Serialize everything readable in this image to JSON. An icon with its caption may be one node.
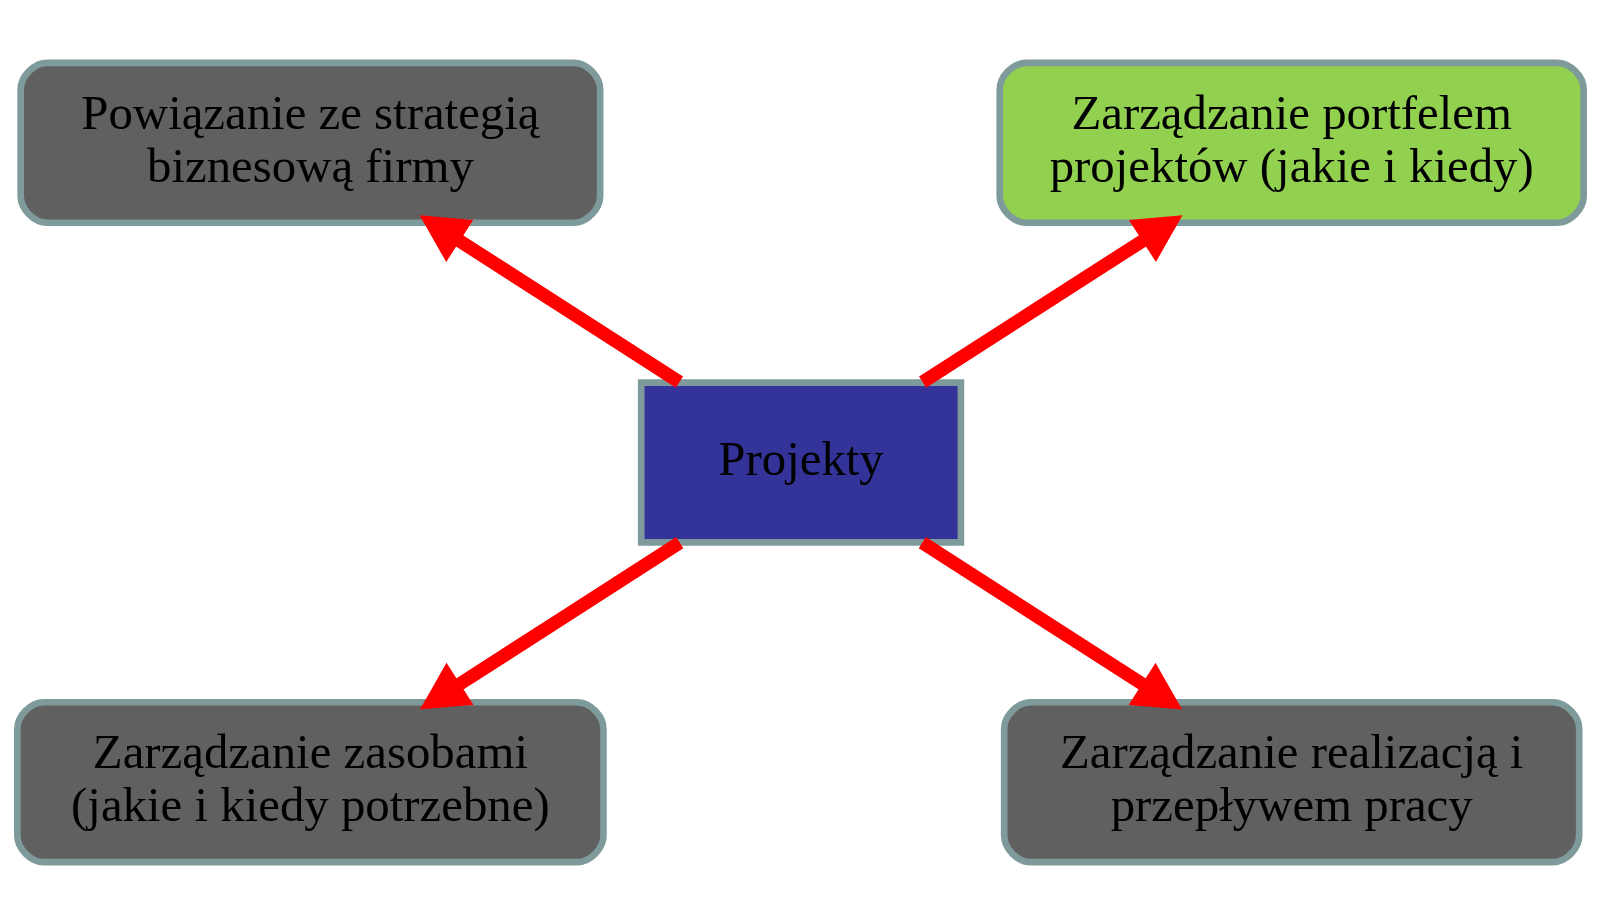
{
  "diagram": {
    "nodes": [
      {
        "text": [
          "Powiązanie ze strategią biznesową firmy"
        ]
      },
      {
        "text": [
          "Zarządzanie portfelem projektów (jakie i kiedy)"
        ]
      },
      {
        "text": [
          "Projekty"
        ]
      },
      {
        "text": [
          "Zarządzanie zasobami (jakie i kiedy potrzebne)"
        ]
      },
      {
        "text": [
          "Zarządzanie realizacją i przepływem pracy"
        ]
      }
    ],
    "edges": [
      {
        "from": 2,
        "to": 0,
        "arrow": "to"
      },
      {
        "from": 2,
        "to": 1,
        "arrow": "to"
      },
      {
        "from": 2,
        "to": 3,
        "arrow": "to"
      },
      {
        "from": 2,
        "to": 4,
        "arrow": "to"
      }
    ]
  }
}
